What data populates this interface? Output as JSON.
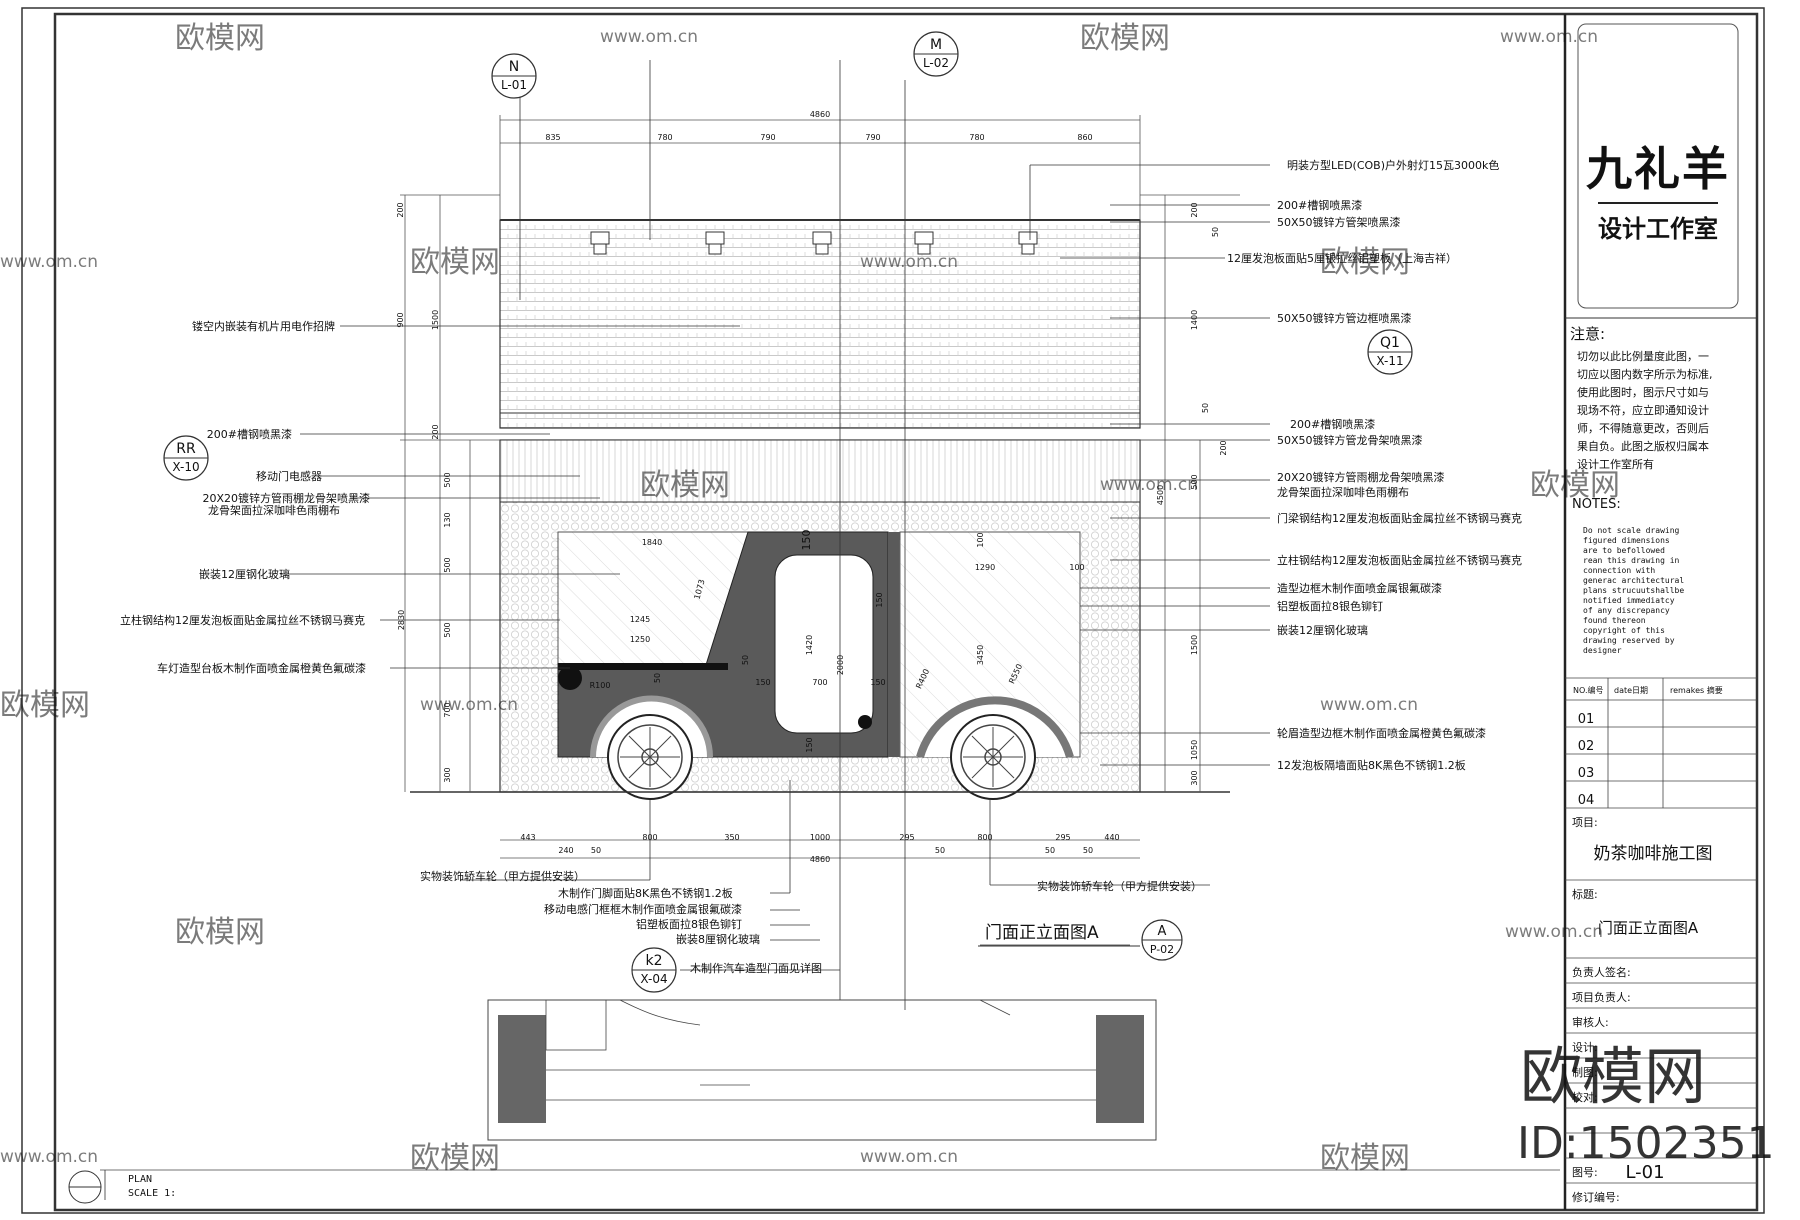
{
  "watermark": {
    "brand": "欧模网",
    "url": "www.om.cn",
    "big_brand": "欧模网",
    "id_text": "ID:1502351"
  },
  "callouts": {
    "N": {
      "letter": "N",
      "sheet": "L-01"
    },
    "M": {
      "letter": "M",
      "sheet": "L-02"
    },
    "Q1": {
      "letter": "Q1",
      "sheet": "X-11"
    },
    "RR": {
      "letter": "RR",
      "sheet": "X-10"
    },
    "K2": {
      "letter": "k2",
      "sheet": "X-04"
    },
    "A": {
      "letter": "A",
      "sheet": "P-02"
    }
  },
  "dimensions": {
    "top_total": "4860",
    "top_segments": [
      "835",
      "780",
      "790",
      "790",
      "780",
      "860"
    ],
    "bottom_total": "4860",
    "bottom_segments_1": [
      "443",
      "800",
      "1000",
      "295",
      "800",
      "295",
      "440"
    ],
    "bottom_segments_2": [
      "240",
      "50",
      "350",
      "50",
      "50",
      "50"
    ],
    "left_outer": [
      "200",
      "900",
      "1500",
      "200",
      "4500"
    ],
    "left_inner": [
      "500",
      "130",
      "500",
      "500",
      "700",
      "300",
      "2830"
    ],
    "right_inner": [
      "200",
      "50",
      "1400",
      "50",
      "200",
      "500",
      "1500",
      "1050",
      "300"
    ],
    "inner": [
      "1840",
      "1245",
      "1250",
      "1290",
      "1420",
      "2000",
      "700",
      "150",
      "150",
      "150",
      "150",
      "50",
      "50",
      "R100",
      "R400",
      "R550",
      "1073",
      "3450",
      "100",
      "100",
      "150"
    ]
  },
  "labels_right": [
    "明装方型LED(COB)户外射灯15瓦3000k色",
    "200#槽钢喷黑漆",
    "50X50镀锌方管架喷黑漆",
    "12厘发泡板面贴5厘银拉丝铝塑板（上海吉祥）",
    "50X50镀锌方管边框喷黑漆",
    "200#槽钢喷黑漆",
    "50X50镀锌方管龙骨架喷黑漆",
    "20X20镀锌方管雨棚龙骨架喷黑漆",
    "龙骨架面拉深咖啡色雨棚布",
    "门梁钢结构12厘发泡板面贴金属拉丝不锈钢马赛克",
    "立柱钢结构12厘发泡板面贴金属拉丝不锈钢马赛克",
    "造型边框木制作面喷金属银氟碳漆",
    "铝塑板面拉8银色铆钉",
    "嵌装12厘钢化玻璃",
    "轮眉造型边框木制作面喷金属橙黄色氟碳漆",
    "12发泡板隔墙面贴8K黑色不锈钢1.2板"
  ],
  "labels_left": [
    "镂空内嵌装有机片用电作招牌",
    "200#槽钢喷黑漆",
    "移动门电感器",
    "20X20镀锌方管雨棚龙骨架喷黑漆",
    "龙骨架面拉深咖啡色雨棚布",
    "嵌装12厘钢化玻璃",
    "立柱钢结构12厘发泡板面贴金属拉丝不锈钢马赛克",
    "车灯造型台板木制作面喷金属橙黄色氟碳漆"
  ],
  "labels_bottom": [
    "实物装饰轿车轮（甲方提供安装）",
    "木制作门脚面贴8K黑色不锈钢1.2板",
    "移动电感门框框木制作面喷金属银氟碳漆",
    "铝塑板面拉8银色铆钉",
    "嵌装8厘钢化玻璃",
    "木制作汽车造型门面见详图",
    "实物装饰轿车轮（甲方提供安装）"
  ],
  "drawing_title": "门面正立面图A",
  "plan_note": {
    "line1": "PLAN",
    "line2": "SCALE  1:"
  },
  "title_block": {
    "logo_line1": "九礼羊",
    "logo_line2": "设计工作室",
    "notice_title": "注意:",
    "notice_text": [
      "切勿以此比例量度此图，一",
      "切应以图内数字所示为标准,",
      "使用此图时，图示尺寸如与",
      "现场不符，应立即通知设计",
      "师，不得随意更改，否则后",
      "果自负。此图之版权归属本",
      "设计工作室所有"
    ],
    "notes_title": "NOTES:",
    "notes_text": [
      "Do not scale drawing",
      "figured dimensions",
      "are to befollowed",
      "rean this drawing in",
      "connection with",
      "generac architectural",
      "plans strucuutshallbe",
      "notified immediatcy",
      "of any discrepancy",
      "found thereon",
      "copyright of this",
      "drawing reserved by",
      "designer"
    ],
    "rev_headers": [
      "NO.编号",
      "date日期",
      "remakes 摘要"
    ],
    "rev_rows": [
      "01",
      "02",
      "03",
      "04"
    ],
    "project_label": "项目:",
    "project_value": "奶茶咖啡施工图",
    "title_label": "标题:",
    "title_value": "门面正立面图A",
    "sign_rows": [
      "负责人签名:",
      "项目负责人:",
      "审核人:",
      "设计:",
      "制图:",
      "校对:",
      "图号:",
      "修订编号:"
    ],
    "sheet_no": "L-01"
  }
}
